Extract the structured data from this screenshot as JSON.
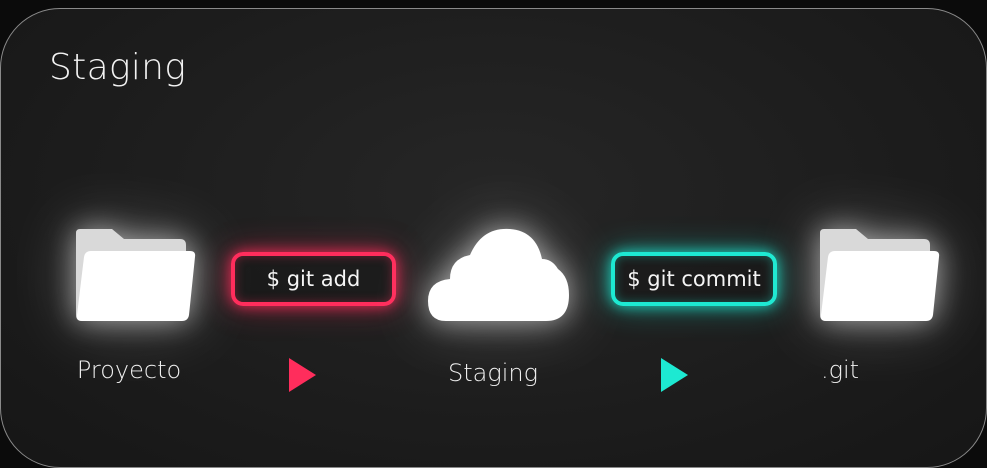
{
  "title": "Staging",
  "nodes": [
    {
      "label": "Proyecto",
      "icon": "folder-icon"
    },
    {
      "label": "Staging",
      "icon": "cloud-icon"
    },
    {
      "label": ".git",
      "icon": "folder-icon"
    }
  ],
  "commands": [
    {
      "text": "$ git add",
      "color": "#ff2d5c"
    },
    {
      "text": "$ git commit",
      "color": "#1de9d2"
    }
  ],
  "arrows": [
    {
      "icon": "play-arrow-icon",
      "color": "#ff2d5c"
    },
    {
      "icon": "play-arrow-icon",
      "color": "#1de9d2"
    }
  ]
}
